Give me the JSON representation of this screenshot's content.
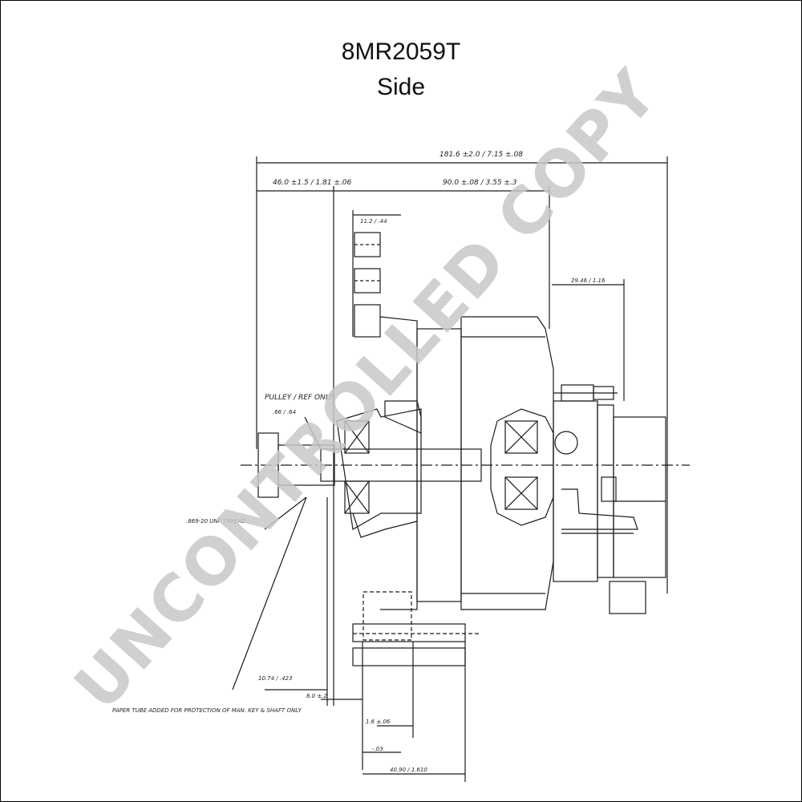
{
  "header": {
    "part_number": "8MR2059T",
    "view": "Side"
  },
  "watermark": {
    "text": "UNCONTROLLED COPY",
    "color": "#c8c8c8"
  },
  "dimensions": {
    "overall": "181.6 ±2.0 / 7.15 ±.08",
    "front_to_center": "46.0 ±1.5 / 1.81 ±.06",
    "center_to_rear": "90.0 ±.08 / 3.55 ±.3",
    "pulley_offset": "11.2 / .44",
    "rear_terminal": "29.46 / 1.16",
    "shaft_thread": ".669-20 UNF THREAD",
    "hub_length": "10.74 / .423",
    "front_face": "8.0 ±.2",
    "flange": "1.6 ±.06",
    "small_gap": "-.03",
    "mount_width": "40.90 / 1.610"
  },
  "notes": {
    "pulley": "PULLEY / REF ONLY",
    "pulley_dim": ".66 / .64",
    "paper_tube": "PAPER TUBE ADDED FOR PROTECTION OF MAN. KEY & SHAFT ONLY"
  }
}
